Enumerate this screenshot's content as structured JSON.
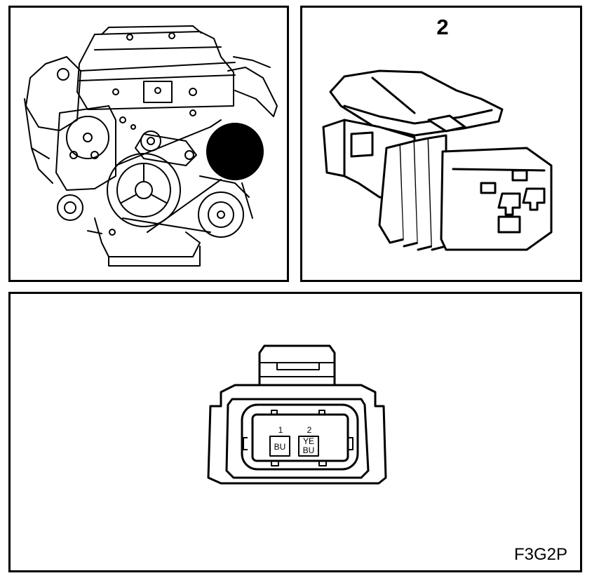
{
  "connector_view": {
    "pin_label": "2"
  },
  "face_view": {
    "pins": [
      {
        "number": "1",
        "colors": [
          "BU"
        ]
      },
      {
        "number": "2",
        "colors": [
          "YE",
          "BU"
        ]
      }
    ]
  },
  "figure_code": "F3G2P",
  "colors": {
    "ink": "#000000",
    "paper": "#ffffff"
  }
}
